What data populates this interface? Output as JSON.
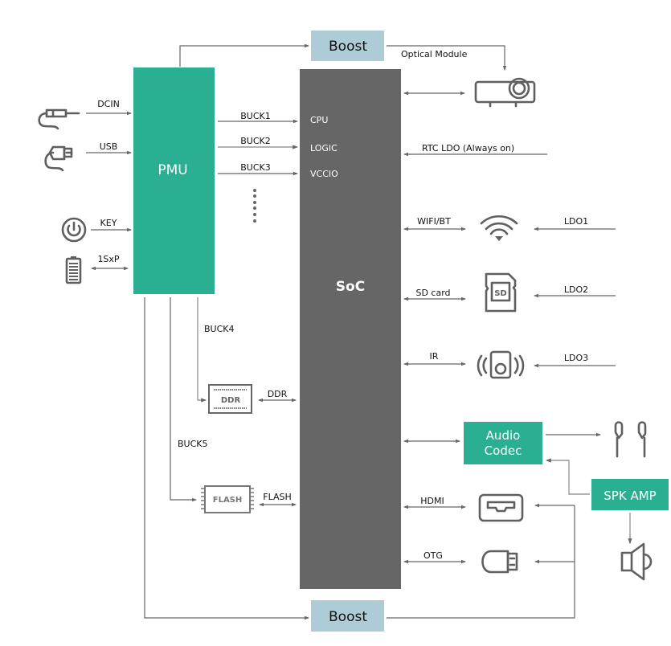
{
  "colors": {
    "pmu": "#2BAF93",
    "soc": "#666666",
    "boost": "#AECCD6",
    "accent_block": "#2BAF93",
    "line": "#666666",
    "icon": "#5F5F5F"
  },
  "blocks": {
    "pmu": "PMU",
    "soc": "SoC",
    "boost_top": "Boost",
    "boost_bottom": "Boost",
    "audio_codec_line1": "Audio",
    "audio_codec_line2": "Codec",
    "spk_amp": "SPK AMP"
  },
  "pmu_inputs": [
    {
      "label": "DCIN",
      "icon": "dc-jack-icon"
    },
    {
      "label": "USB",
      "icon": "usb-cable-icon"
    },
    {
      "label": "KEY",
      "icon": "power-button-icon"
    },
    {
      "label": "1SxP",
      "icon": "battery-icon"
    }
  ],
  "pmu_outputs": [
    "BUCK1",
    "BUCK2",
    "BUCK3",
    "BUCK4",
    "BUCK5"
  ],
  "soc_rails": [
    "CPU",
    "LOGIC",
    "VCCIO"
  ],
  "memory": {
    "ddr_chip": "DDR",
    "ddr_link": "DDR",
    "flash_chip": "FLASH",
    "flash_link": "FLASH"
  },
  "soc_peripherals": [
    {
      "label": "",
      "icon": "projector-icon"
    },
    {
      "label": "WIFI/BT",
      "icon": "wifi-icon",
      "supply": "LDO1"
    },
    {
      "label": "SD card",
      "icon": "sd-card-icon",
      "supply": "LDO2"
    },
    {
      "label": "IR",
      "icon": "ir-receiver-icon",
      "supply": "LDO3"
    },
    {
      "label": "HDMI",
      "icon": "hdmi-port-icon"
    },
    {
      "label": "OTG",
      "icon": "usb-stick-icon"
    }
  ],
  "annotations": {
    "optical_module": "Optical Module",
    "rtc_ldo": "RTC LDO (Always on)"
  }
}
